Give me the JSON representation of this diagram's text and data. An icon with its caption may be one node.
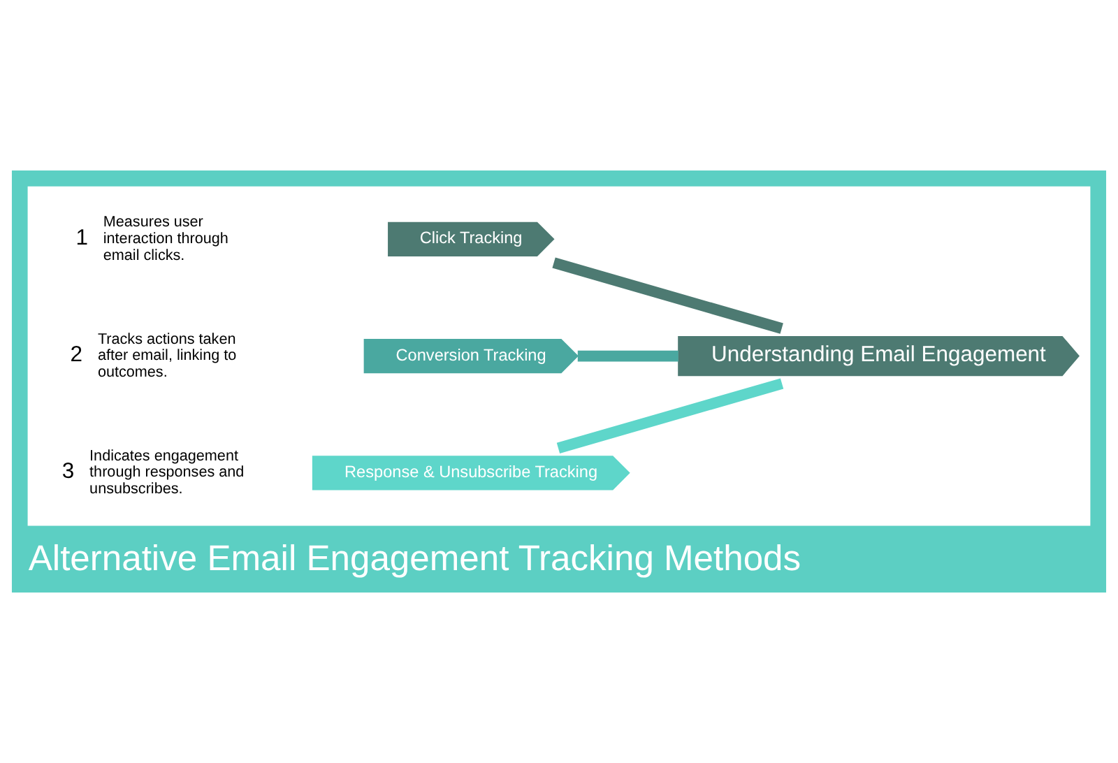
{
  "diagram": {
    "title": "Alternative Email Engagement Tracking Methods",
    "nodes": [
      {
        "text": [],
        "shape": "box"
      },
      {
        "text": [
          "Click Tracking"
        ],
        "beside": [
          "1",
          "Measures user interaction through email clicks."
        ],
        "in": 0
      },
      {
        "text": [
          "Conversion Tracking"
        ],
        "beside": [
          "2",
          "Tracks actions taken after email, linking to outcomes."
        ],
        "in": 0
      },
      {
        "text": [
          "Response & Unsubscribe Tracking"
        ],
        "beside": [
          "3",
          "Indicates engagement through responses and unsubscribes."
        ],
        "in": 0
      },
      {
        "text": [
          "Understanding Email Engagement"
        ],
        "in": 0
      }
    ],
    "edges": [
      {
        "from": 1,
        "to": 4,
        "arrow": "none",
        "color": "#4d7a72"
      },
      {
        "from": 2,
        "to": 4,
        "arrow": "none",
        "color": "#4aa8a0"
      },
      {
        "from": 3,
        "to": 4,
        "arrow": "none",
        "color": "#5ed6ca"
      }
    ]
  }
}
